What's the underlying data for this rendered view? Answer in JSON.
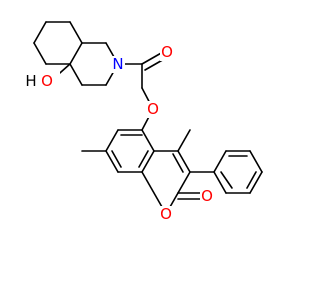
{
  "molecule": {
    "colors": {
      "bond": "#000000",
      "oxygen": "#ff0000",
      "nitrogen": "#0000ff",
      "hydrogen_label": "#000000",
      "background": "#ffffff"
    },
    "atoms": {
      "hydroxyl_o": "O",
      "hydroxyl_h": "H",
      "amine_n": "N",
      "ketone_o": "O",
      "ether_o": "O",
      "lactone_ring_o": "O",
      "lactone_carbonyl_o": "O"
    }
  }
}
